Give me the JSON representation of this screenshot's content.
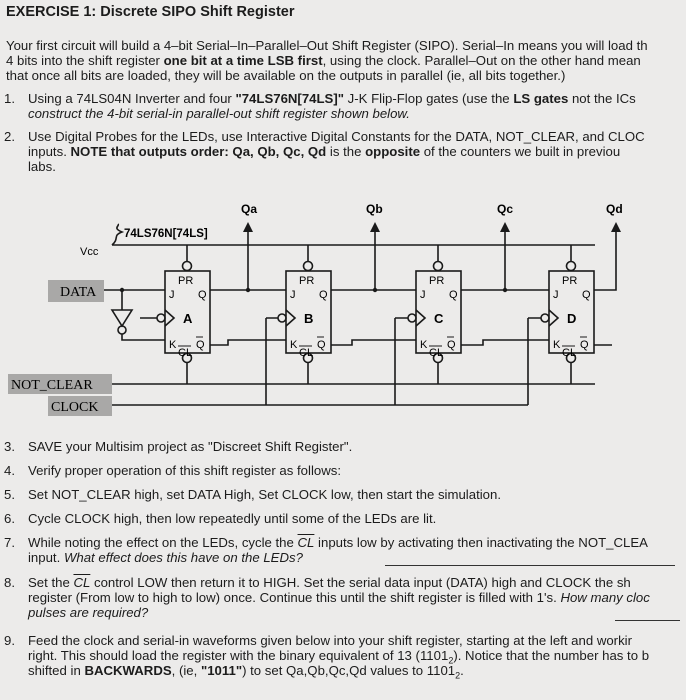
{
  "title": "EXERCISE 1: Discrete SIPO Shift Register",
  "intro": [
    "Your first circuit will build a 4–bit Serial–In–Parallel–Out Shift Register (SIPO). Serial–In means you will load th",
    "4 bits into the shift register one bit at a time LSB first, using the clock. Parallel–Out on the other hand mean",
    "that once all bits are loaded, they will be available on the outputs in parallel (ie, all bits together.)"
  ],
  "steps": {
    "s1_num": "1.",
    "s1_l1": "Using a 74LS04N Inverter and four \"74LS76N[74LS]\" J-K Flip-Flop gates (use the LS gates not the ICs",
    "s1_l2": "construct the 4-bit serial-in parallel-out shift register shown below.",
    "s2_num": "2.",
    "s2_l1": "Use Digital Probes for the LEDs, use Interactive Digital Constants for the DATA, NOT_CLEAR, and CLOC",
    "s2_l2": "inputs.  NOTE that outputs order: Qa, Qb, Qc, Qd is the opposite of the counters we built in previou",
    "s2_l3": "labs.",
    "s3_num": "3.",
    "s3_l1": "SAVE your Multisim project as \"Discreet Shift Register\".",
    "s4_num": "4.",
    "s4_l1": "Verify proper operation of this shift register as follows:",
    "s5_num": "5.",
    "s5_l1": "Set NOT_CLEAR high, set DATA High, Set CLOCK low, then start the simulation.",
    "s6_num": "6.",
    "s6_l1": "Cycle CLOCK high, then low repeatedly until some of the LEDs are lit.",
    "s7_num": "7.",
    "s7_l1": "While noting the effect on the LEDs, cycle the CL inputs low by activating then inactivating the NOT_CLEA",
    "s7_l2": "input. What effect does this have on the LEDs?",
    "s8_num": "8.",
    "s8_l1": "Set the CL control LOW then return it to HIGH.  Set the serial data input (DATA) high and CLOCK the sh",
    "s8_l2": "register (From low to high to low) once.  Continue this until the shift register is filled with 1's.  How many cloc",
    "s8_l3": "pulses are required?",
    "s9_num": "9.",
    "s9_l1": "Feed the clock and serial-in waveforms given below into your shift register, starting at the left and workir",
    "s9_l2": "right. This should load the register with the binary equivalent of 13 (11012). Notice that the number has to b",
    "s9_l3": "shifted in BACKWARDS, (ie, \"1011\") to set Qa,Qb,Qc,Qd values to 11012."
  },
  "circuit": {
    "chip_label": "74LS76N[74LS]",
    "vcc": "Vcc",
    "data": "DATA",
    "not_clear": "NOT_CLEAR",
    "clock": "CLOCK",
    "outputs": [
      "Qa",
      "Qb",
      "Qc",
      "Qd"
    ],
    "ff_names": [
      "A",
      "B",
      "C",
      "D"
    ],
    "pin_pr": "PR",
    "pin_j": "J",
    "pin_q": "Q",
    "pin_k": "K",
    "pin_qbar": "Q",
    "pin_cl": "CL"
  }
}
